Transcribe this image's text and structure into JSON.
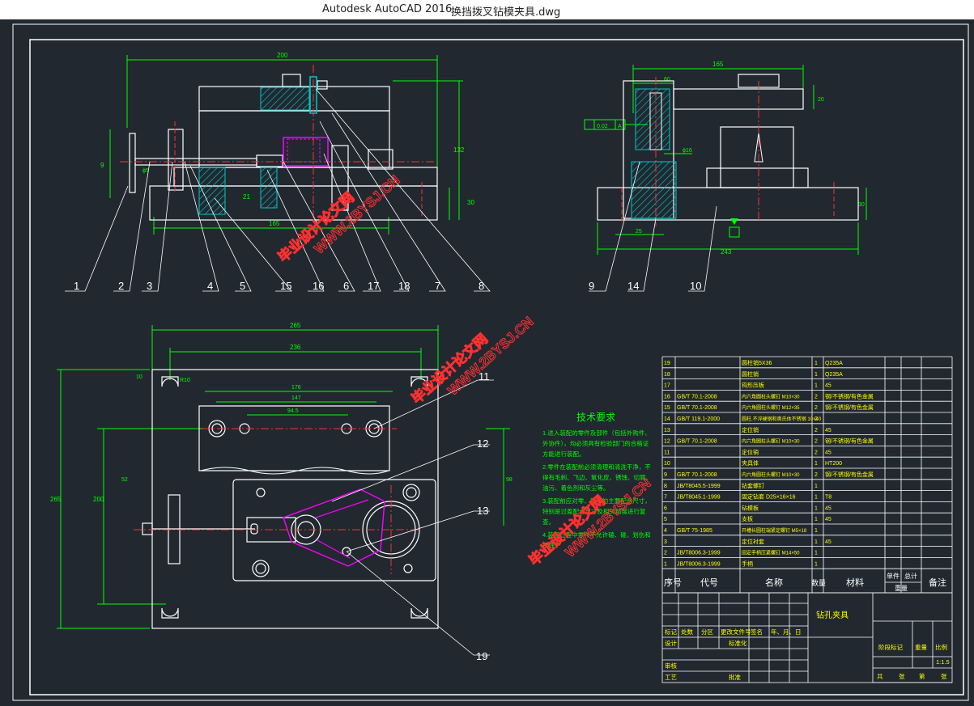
{
  "window": {
    "app_name": "Autodesk AutoCAD 2016",
    "file_name": "换挡拨叉钻模夹具.dwg"
  },
  "colors": {
    "background": "#212830",
    "line": "#ffffff",
    "dimension": "#00ff00",
    "hatch": "#00c8c8",
    "part": "#ff00ff",
    "centerline": "#ff3030",
    "table_text": "#ffff00",
    "watermark": "#ff3030"
  },
  "front_view": {
    "dims": {
      "overall_width": "200",
      "left_tube": "ϕ5",
      "height_left": "9",
      "height_total": "132",
      "height_base": "30",
      "bottom": "165",
      "mid": "21"
    },
    "balloons": [
      "1",
      "2",
      "3",
      "4",
      "5",
      "15",
      "16",
      "6",
      "17",
      "18",
      "7",
      "8"
    ]
  },
  "side_view": {
    "dims": {
      "width": "165",
      "left_top": "60",
      "right_top": "20",
      "hole": "ϕ16",
      "left_base": "25",
      "base_height": "30",
      "bottom": "243"
    },
    "tolerance": "0.02",
    "datum": "A",
    "balloons": [
      "9",
      "14",
      "10"
    ]
  },
  "plan_view": {
    "dims": {
      "top_width": "265",
      "second_width": "236",
      "inner_176": "176",
      "inner_147": "147",
      "inner_94": "94.5",
      "height_total": "265",
      "height_inner": "200",
      "height_small": "52",
      "r10": "10",
      "left_r": "R10",
      "right_small": "98"
    },
    "balloons": [
      "11",
      "12",
      "13",
      "19"
    ]
  },
  "watermarks": [
    "毕业设计论文网",
    "WWW.2BYSJ.CN"
  ],
  "tech_req": {
    "title": "技术要求",
    "lines": [
      "1.进入装配的零件及部件（包括外购件、",
      "外协件），均必须具有检验部门的合格证",
      "方能进行装配。",
      "2.零件在装配前必须清理和清洗干净，不",
      "得有毛刺、飞边、氧化皮、锈蚀、切屑、",
      "油污、着色剂和灰尘等。",
      "3.装配前应对零、部件的主要配合尺寸，",
      "特别是过盈配合尺寸及相关精度进行复",
      "查。",
      "4.装配过程中零件不允许磕、碰、划伤和",
      "锈蚀。"
    ]
  },
  "bom": {
    "rows": [
      {
        "no": "19",
        "code": "",
        "name": "圆柱销5X36",
        "qty": "1",
        "mat": "Q235A"
      },
      {
        "no": "18",
        "code": "",
        "name": "圆柱销",
        "qty": "1",
        "mat": "Q235A"
      },
      {
        "no": "17",
        "code": "",
        "name": "钩形压板",
        "qty": "1",
        "mat": "45"
      },
      {
        "no": "16",
        "code": "GB/T 70.1-2008",
        "name": "内六角圆柱头螺钉 M10×30",
        "qty": "2",
        "mat": "钢/不锈钢/有色金属"
      },
      {
        "no": "15",
        "code": "GB/T 70.1-2008",
        "name": "内六角圆柱头螺钉 M12×35",
        "qty": "2",
        "mat": "钢/不锈钢/有色金属"
      },
      {
        "no": "14",
        "code": "GB/T 119.1-2000",
        "name": "圆柱.不淬硬钢和奥氏体不锈钢 10×40",
        "qty": "2",
        "mat": ""
      },
      {
        "no": "13",
        "code": "",
        "name": "定位销",
        "qty": "2",
        "mat": "45"
      },
      {
        "no": "12",
        "code": "GB/T 70.1-2008",
        "name": "内六角圆柱头螺钉 M10×30",
        "qty": "2",
        "mat": "钢/不锈钢/有色金属"
      },
      {
        "no": "11",
        "code": "",
        "name": "定位销",
        "qty": "2",
        "mat": "45"
      },
      {
        "no": "10",
        "code": "",
        "name": "夹具体",
        "qty": "1",
        "mat": "HT200"
      },
      {
        "no": "9",
        "code": "GB/T 70.1-2008",
        "name": "内六角圆柱头螺钉 M10×30",
        "qty": "2",
        "mat": "钢/不锈钢/有色金属"
      },
      {
        "no": "8",
        "code": "JB/T8045.5-1999",
        "name": "钻套螺钉",
        "qty": "1",
        "mat": ""
      },
      {
        "no": "7",
        "code": "JB/T8045.1-1999",
        "name": "固定钻套 D25×16×16",
        "qty": "1",
        "mat": "T8"
      },
      {
        "no": "6",
        "code": "",
        "name": "钻模板",
        "qty": "1",
        "mat": "45"
      },
      {
        "no": "5",
        "code": "",
        "name": "支板",
        "qty": "1",
        "mat": "45"
      },
      {
        "no": "4",
        "code": "GB/T 75-1985",
        "name": "开槽长圆柱端紧定螺钉 M5×18",
        "qty": "1",
        "mat": ""
      },
      {
        "no": "3",
        "code": "",
        "name": "定位衬套",
        "qty": "1",
        "mat": "45"
      },
      {
        "no": "2",
        "code": "JB/T8006.3-1999",
        "name": "固定手柄压紧螺钉 M14×50",
        "qty": "1",
        "mat": ""
      },
      {
        "no": "1",
        "code": "JB/T8006.3-1999",
        "name": "手柄",
        "qty": "1",
        "mat": ""
      }
    ],
    "header": {
      "no": "序号",
      "code": "代号",
      "name": "名称",
      "qty": "数量",
      "mat": "材料",
      "unit_wt": "单件",
      "total_wt": "总计",
      "weight": "重量",
      "remark": "备注"
    }
  },
  "title_block": {
    "drawing_name": "钻孔夹具",
    "rev_labels": [
      "标记",
      "处数",
      "分区",
      "更改文件号",
      "签名",
      "年、月、日"
    ],
    "design": "设计",
    "standardize": "标准化",
    "review": "审核",
    "process": "工艺",
    "approve": "批准",
    "stage_mark": "阶段标记",
    "weight": "重量",
    "scale_label": "比例",
    "scale": "1:1.5",
    "sheets": [
      "共",
      "张",
      "第",
      "张"
    ]
  }
}
